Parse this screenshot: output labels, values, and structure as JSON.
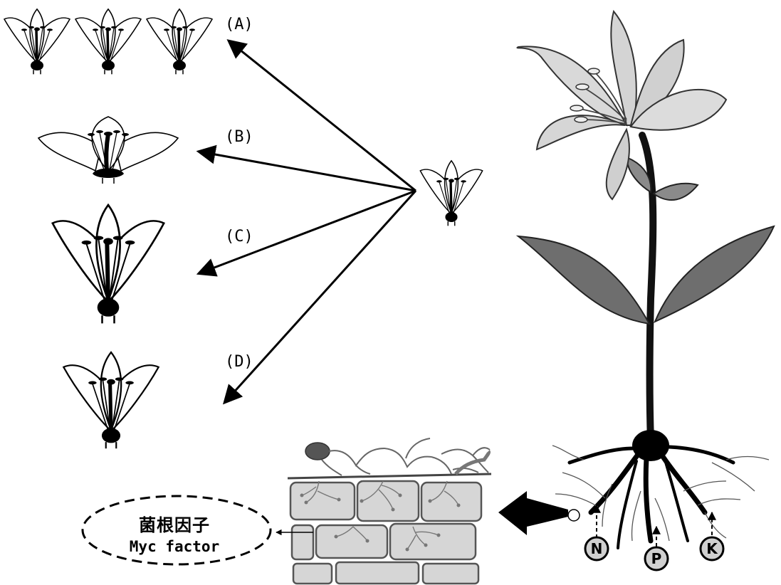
{
  "options": {
    "a": "(A)",
    "b": "(B)",
    "c": "(C)",
    "d": "(D)"
  },
  "myc_factor": {
    "chinese": "菌根因子",
    "english": "Myc factor"
  },
  "nutrients": {
    "n": "N",
    "p": "P",
    "k": "K"
  },
  "colors": {
    "ink": "#000000",
    "petal_light": "#d9d9d9",
    "petal_mid": "#bdbdbd",
    "leaf_dark": "#6e6e6e",
    "cell_fill": "#d6d6d6",
    "cell_wall": "#555555",
    "hypha": "#666666"
  }
}
